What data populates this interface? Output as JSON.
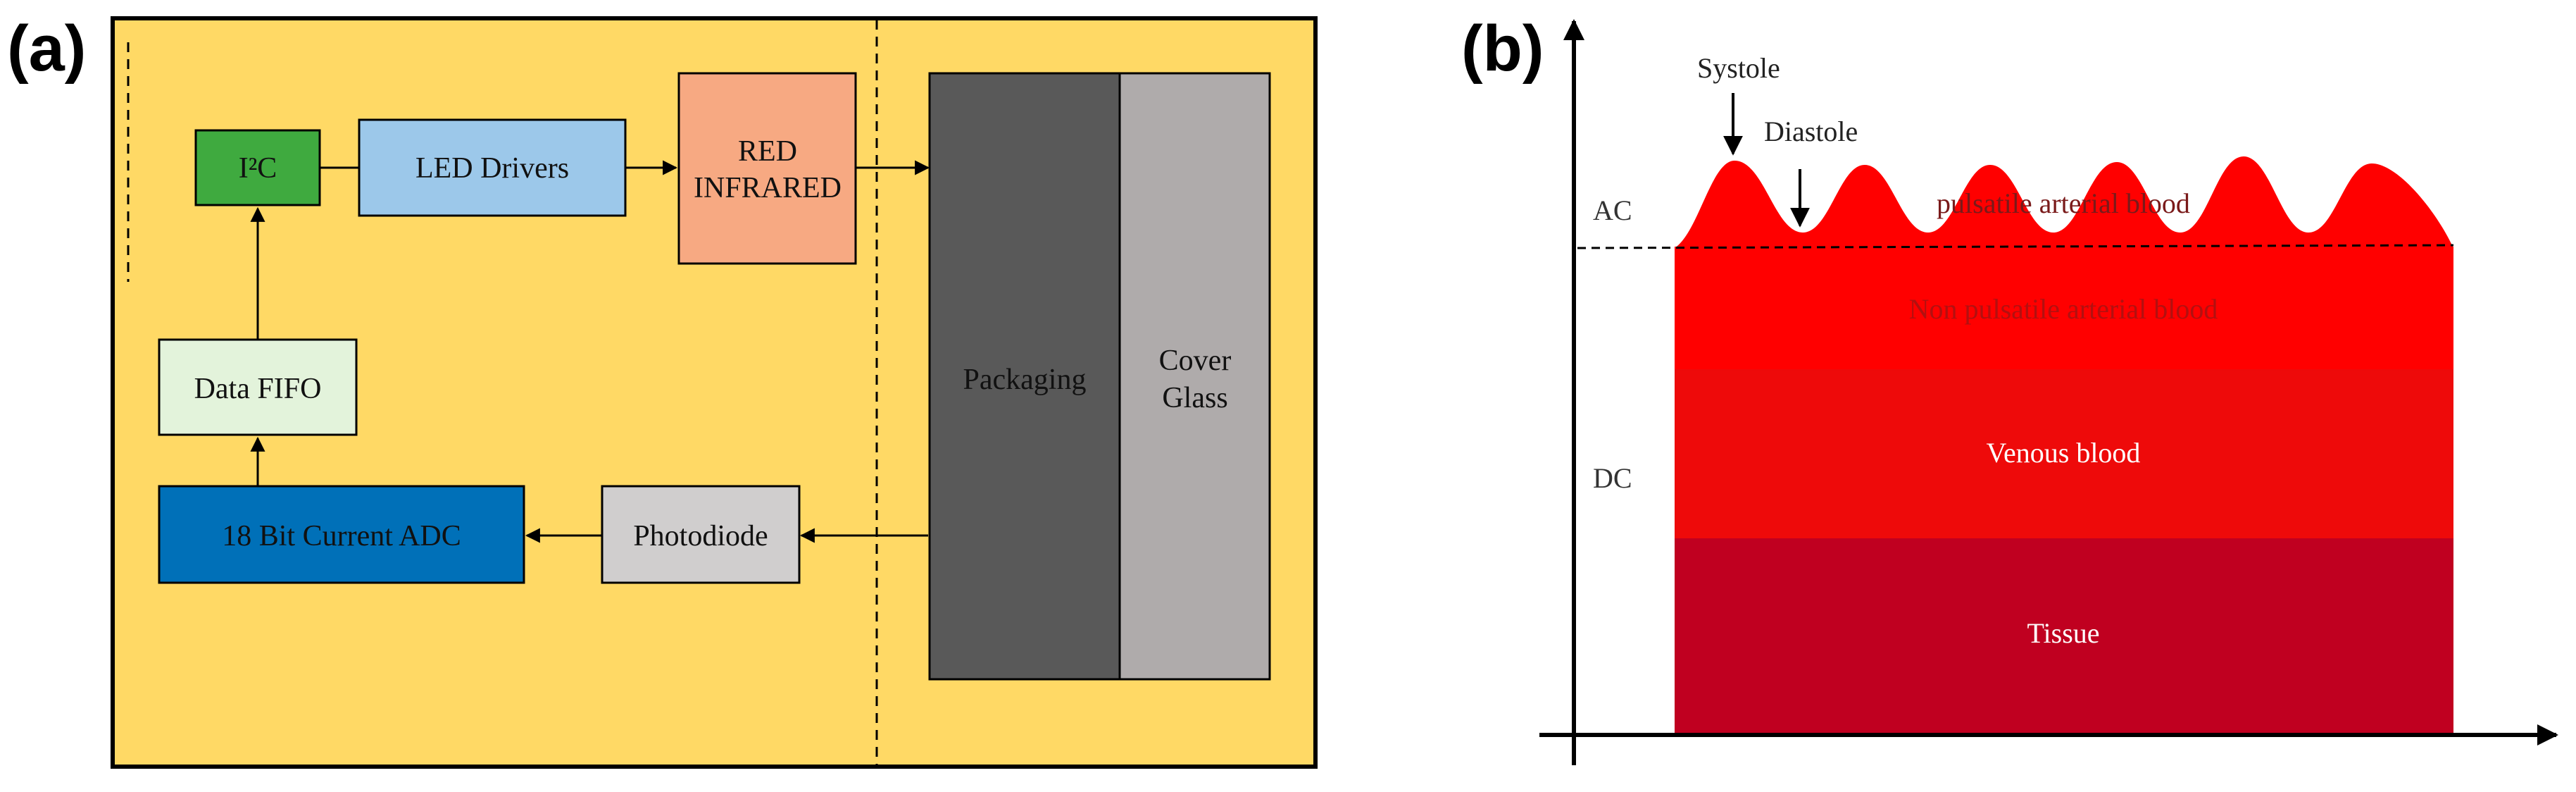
{
  "panel_a": {
    "label": "(a)",
    "colors": {
      "background": "#FFD965",
      "i2c": "#3FAA3F",
      "led_drivers": "#9CC8EA",
      "red_infrared": "#F7A982",
      "data_fifo": "#E3F3DB",
      "adc": "#0070B8",
      "photodiode": "#D0CECE",
      "packaging": "#595959",
      "cover_glass": "#AFABAB"
    },
    "boxes": {
      "i2c": "I²C",
      "led_drivers": "LED Drivers",
      "red_infrared": [
        "RED",
        "INFRARED"
      ],
      "data_fifo": "Data FIFO",
      "adc": "18 Bit Current ADC",
      "photodiode": "Photodiode",
      "packaging": "Packaging",
      "cover_glass": [
        "Cover",
        "Glass"
      ]
    }
  },
  "panel_b": {
    "label": "(b)",
    "annotations": {
      "systole": "Systole",
      "diastole": "Diastole",
      "ac": "AC",
      "dc": "DC"
    },
    "layers": {
      "pulsatile": "pulsatile arterial blood",
      "non_pulsatile": "Non pulsatile arterial blood",
      "venous": "Venous blood",
      "tissue": "Tissue"
    },
    "colors": {
      "pulsatile": "#FF0000",
      "non_pulsatile": "#FF0000",
      "venous": "#EE0A0A",
      "tissue": "#C00020"
    }
  }
}
